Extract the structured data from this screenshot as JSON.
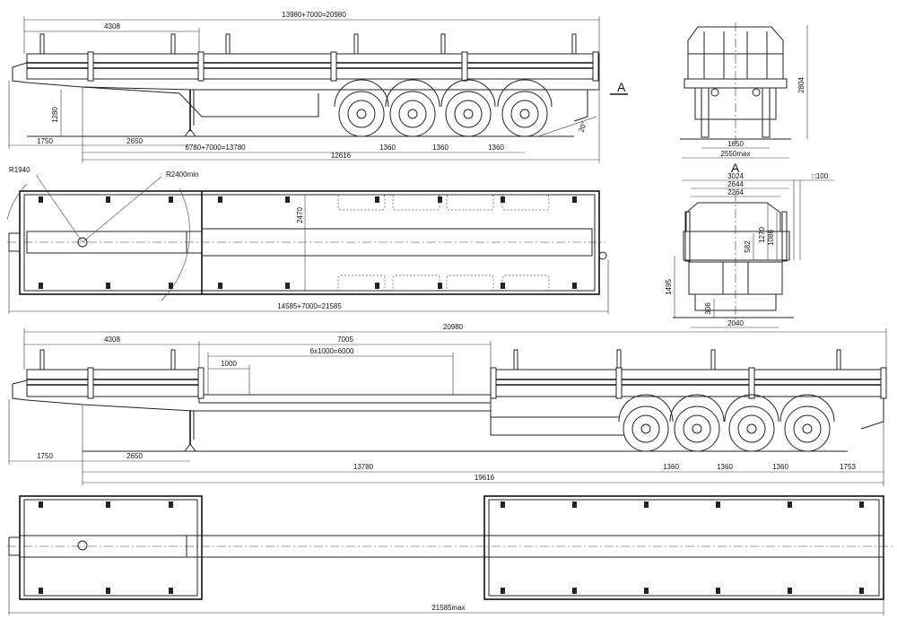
{
  "views": {
    "side_retracted": {
      "overall_length": "13980+7000=20980",
      "front_section": "4308",
      "deck_height": "1280",
      "front_overhang": "1750",
      "kingpin_to_leg": "2650",
      "kingpin_to_axle": "6780+7000=13780",
      "axle_spacing": [
        "1360",
        "1360",
        "1360"
      ],
      "kingpin_to_rear": "12616",
      "departure_angle": "20°",
      "section_marker": "A"
    },
    "rear_view": {
      "height": "2804",
      "track": "1650",
      "width": "2550max"
    },
    "front_view": {
      "title": "A",
      "width_outer": "3024",
      "width_mid": "2644",
      "width_inner": "2264",
      "stake_section": "□100",
      "stake_height": "1270",
      "stake_inner": "1086",
      "side_board": "582",
      "fifth_wheel_height": "1495",
      "ground_clear": "306",
      "base_width": "2040"
    },
    "top_retracted": {
      "swing_radius": "R1940",
      "turn_radius": "R2400min",
      "deck_width": "2470",
      "overall_length": "14585+7000=21585"
    },
    "side_extended": {
      "overall_length": "20980",
      "front_section": "4308",
      "extension": "7005",
      "extension_steps": "6x1000=6000",
      "step": "1000",
      "front_overhang": "1750",
      "kingpin_to_leg": "2650",
      "kingpin_to_axle": "13780",
      "axle_spacing": [
        "1360",
        "1360",
        "1360"
      ],
      "rear_overhang": "1753",
      "kingpin_to_rear": "19616"
    },
    "top_extended": {
      "overall_length": "21585max"
    }
  }
}
